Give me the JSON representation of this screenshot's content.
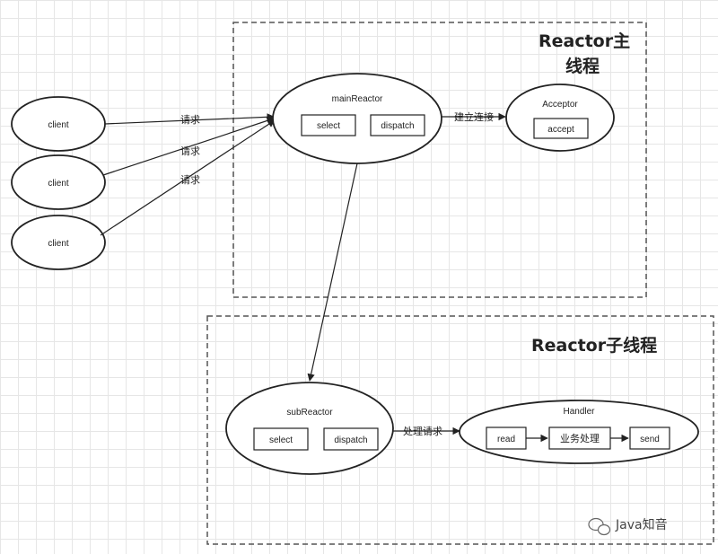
{
  "groups": {
    "main_title": [
      "Reactor主",
      "线程"
    ],
    "sub_title": "Reactor子线程"
  },
  "clients": [
    "client",
    "client",
    "client"
  ],
  "main_reactor": {
    "label": "mainReactor",
    "select": "select",
    "dispatch": "dispatch"
  },
  "acceptor": {
    "label": "Acceptor",
    "accept": "accept"
  },
  "sub_reactor": {
    "label": "subReactor",
    "select": "select",
    "dispatch": "dispatch"
  },
  "handler": {
    "label": "Handler",
    "read": "read",
    "process": "业务处理",
    "send": "send"
  },
  "edges": {
    "request": "请求",
    "connect": "建立连接",
    "process_request": "处理请求"
  },
  "watermark": "Java知音"
}
